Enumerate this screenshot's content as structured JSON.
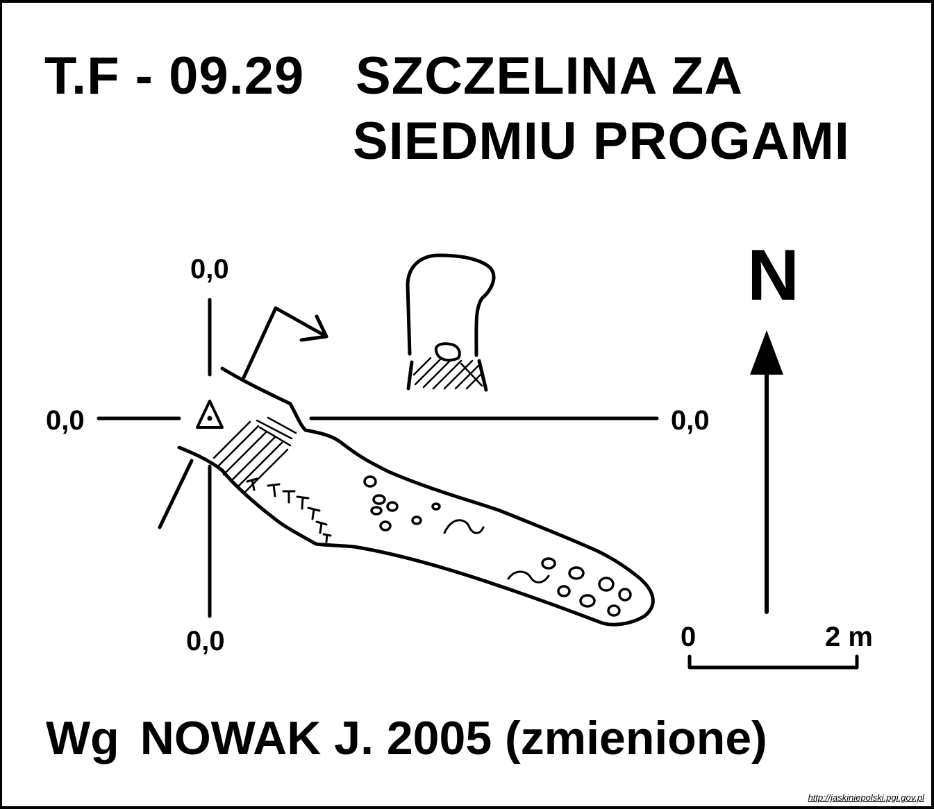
{
  "title": {
    "code": "T.F - 09.29",
    "name_line1": "SZCZELINA ZA",
    "name_line2": "SIEDMIU PROGAMI"
  },
  "coordinates": {
    "top": "0,0",
    "left": "0,0",
    "right": "0,0",
    "bottom": "0,0"
  },
  "north": {
    "label": "N"
  },
  "scale": {
    "start_label": "0",
    "end_label": "2 m"
  },
  "credit": {
    "prefix": "Wg",
    "text": "NOWAK J. 2005 (zmienione)"
  },
  "source_url": "http://jaskiniepolski.pgi.gov.pl",
  "colors": {
    "ink": "#000000",
    "paper": "#ffffff"
  },
  "symbols": [
    "datum-triangle-icon",
    "north-arrow-icon",
    "boulder-icon",
    "clay-wave-icon",
    "rock-debris-icon"
  ]
}
